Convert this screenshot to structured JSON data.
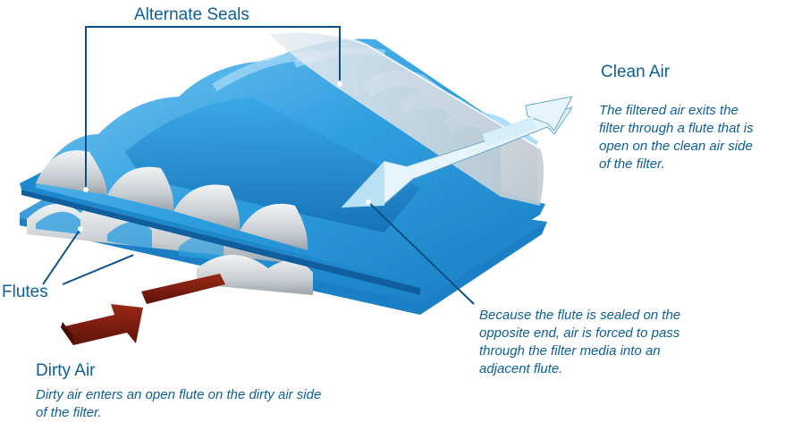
{
  "labels": {
    "alternate_seals": "Alternate Seals",
    "flutes": "Flutes",
    "clean_air": {
      "title": "Clean Air",
      "description": "The filtered air exits the filter through a flute that is open on the clean air side of the filter."
    },
    "dirty_air": {
      "title": "Dirty Air",
      "description": "Dirty air enters an open flute on the dirty air side of the filter."
    },
    "sealed_flute_note": "Because the flute is sealed on the opposite end, air is forced to pass through the filter media into an adjacent flute."
  },
  "colors": {
    "label_text": "#0d5f96",
    "leader_line": "#0b4f86",
    "media_blue": "#2f9fe0",
    "media_light": "#8fd0f5",
    "seal_gray": "#c9ced3",
    "clean_arrow": "#e6f5fc",
    "dirty_arrow": "#7a1a0e"
  },
  "icons": {
    "clean_air_arrow": "arrow-right-icon",
    "dirty_air_arrow": "arrow-right-icon"
  }
}
